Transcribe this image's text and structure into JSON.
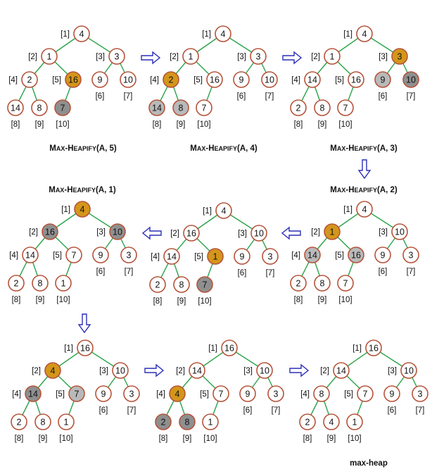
{
  "colors": {
    "edge": "#2aa34a",
    "node_border": "#b5533a",
    "white": "#ffffff",
    "gold": "#d4961a",
    "grayL": "#b9b9b9",
    "grayD": "#8f8f8f",
    "arrow": "#2b2fb8"
  },
  "index_labels": [
    "[1]",
    "[2]",
    "[3]",
    "[4]",
    "[5]",
    "[6]",
    "[7]",
    "[8]",
    "[9]",
    "[10]"
  ],
  "arrow_icons": [
    "arrow-right-icon",
    "arrow-right-icon",
    "arrow-down-icon",
    "arrow-left-icon",
    "arrow-left-icon",
    "arrow-down-icon",
    "arrow-right-icon",
    "arrow-right-icon"
  ],
  "trees": [
    {
      "id": "t1",
      "values": [
        "4",
        "1",
        "3",
        "2",
        "16",
        "9",
        "10",
        "14",
        "8",
        "7"
      ],
      "fills": [
        "white",
        "white",
        "white",
        "white",
        "gold",
        "white",
        "white",
        "white",
        "white",
        "grayD"
      ]
    },
    {
      "id": "t2",
      "values": [
        "4",
        "1",
        "3",
        "2",
        "16",
        "9",
        "10",
        "14",
        "8",
        "7"
      ],
      "fills": [
        "white",
        "white",
        "white",
        "gold",
        "white",
        "white",
        "white",
        "grayL",
        "grayL",
        "white"
      ]
    },
    {
      "id": "t3",
      "values": [
        "4",
        "1",
        "3",
        "14",
        "16",
        "9",
        "10",
        "2",
        "8",
        "7"
      ],
      "fills": [
        "white",
        "white",
        "gold",
        "white",
        "white",
        "grayL",
        "grayD",
        "white",
        "white",
        "white"
      ]
    },
    {
      "id": "t4",
      "values": [
        "4",
        "1",
        "10",
        "14",
        "16",
        "9",
        "3",
        "2",
        "8",
        "7"
      ],
      "fills": [
        "white",
        "gold",
        "white",
        "grayL",
        "grayL",
        "white",
        "white",
        "white",
        "white",
        "white"
      ]
    },
    {
      "id": "t5",
      "values": [
        "4",
        "16",
        "10",
        "14",
        "1",
        "9",
        "3",
        "2",
        "8",
        "7"
      ],
      "fills": [
        "white",
        "white",
        "white",
        "white",
        "gold",
        "white",
        "white",
        "white",
        "white",
        "grayD"
      ]
    },
    {
      "id": "t6",
      "values": [
        "4",
        "16",
        "10",
        "14",
        "7",
        "9",
        "3",
        "2",
        "8",
        "1"
      ],
      "fills": [
        "gold",
        "grayD",
        "grayD",
        "white",
        "white",
        "white",
        "white",
        "white",
        "white",
        "white"
      ]
    },
    {
      "id": "t7",
      "values": [
        "16",
        "4",
        "10",
        "14",
        "7",
        "9",
        "3",
        "2",
        "8",
        "1"
      ],
      "fills": [
        "white",
        "gold",
        "white",
        "grayD",
        "grayL",
        "white",
        "white",
        "white",
        "white",
        "white"
      ]
    },
    {
      "id": "t8",
      "values": [
        "16",
        "14",
        "10",
        "4",
        "7",
        "9",
        "3",
        "2",
        "8",
        "1"
      ],
      "fills": [
        "white",
        "white",
        "white",
        "gold",
        "white",
        "white",
        "white",
        "grayD",
        "grayD",
        "white"
      ]
    },
    {
      "id": "t9",
      "values": [
        "16",
        "14",
        "10",
        "8",
        "7",
        "9",
        "3",
        "2",
        "4",
        "1"
      ],
      "fills": [
        "white",
        "white",
        "white",
        "white",
        "white",
        "white",
        "white",
        "white",
        "white",
        "white"
      ]
    }
  ],
  "captions": [
    {
      "big1": "M",
      "small1": "AX",
      "dash": "-",
      "big2": "H",
      "small2": "EAPIFY",
      "args": "(A, 5)"
    },
    {
      "big1": "M",
      "small1": "AX",
      "dash": "-",
      "big2": "H",
      "small2": "EAPIFY",
      "args": "(A, 4)"
    },
    {
      "big1": "M",
      "small1": "AX",
      "dash": "-",
      "big2": "H",
      "small2": "EAPIFY",
      "args": "(A, 3)"
    },
    {
      "big1": "M",
      "small1": "AX",
      "dash": "-",
      "big2": "H",
      "small2": "EAPIFY",
      "args": "(A, 2)"
    },
    {
      "big1": "M",
      "small1": "AX",
      "dash": "-",
      "big2": "H",
      "small2": "EAPIFY",
      "args": "(A, 1)"
    }
  ],
  "final_label": "max-heap"
}
